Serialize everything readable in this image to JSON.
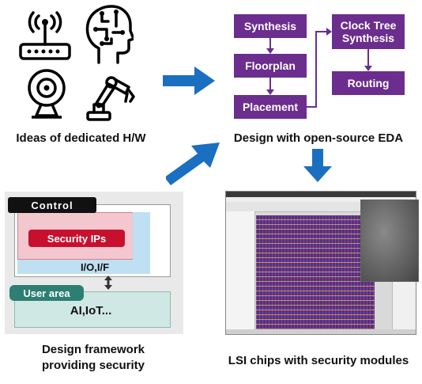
{
  "captions": {
    "ideas": "Ideas of dedicated H/W",
    "eda": "Design with open-source EDA",
    "framework_line1": "Design framework",
    "framework_line2": "providing security",
    "lsi": "LSI chips with security modules"
  },
  "flow": {
    "synthesis": "Synthesis",
    "floorplan": "Floorplan",
    "placement": "Placement",
    "cts_line1": "Clock Tree",
    "cts_line2": "Synthesis",
    "routing": "Routing"
  },
  "framework": {
    "control": "Control",
    "security_ips": "Security IPs",
    "io_if": "I/O,I/F",
    "user_area": "User area",
    "ai_iot": "AI,IoT..."
  },
  "colors": {
    "flow_box": "#6b2d8e",
    "arrow": "#1a6fc1",
    "control_bar": "#111111",
    "security_box_fill": "#f4c7cf",
    "security_label": "#c8102e",
    "io_fill": "#bfe0f2",
    "user_area_label": "#2e7f73",
    "user_area_fill": "#cfe8e4",
    "framework_bg": "#e9e9e9"
  },
  "icons": [
    "wifi-router-icon",
    "ai-brain-icon",
    "webcam-icon",
    "robot-arm-icon"
  ]
}
